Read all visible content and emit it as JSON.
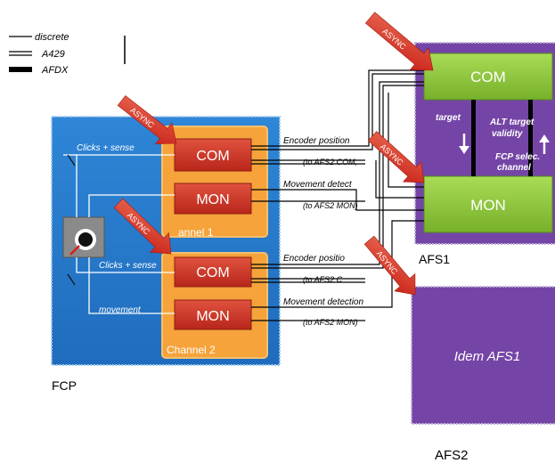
{
  "legend": [
    {
      "label": "discrete"
    },
    {
      "label": "A429"
    },
    {
      "label": "AFDX"
    }
  ],
  "async_label": "ASYNC",
  "fcp": {
    "label": "FCP",
    "channel1": {
      "com": "COM",
      "mon": "MON",
      "label": "annel 1"
    },
    "channel2": {
      "com": "COM",
      "mon": "MON",
      "label": "Channel 2"
    },
    "clicks_sense_1": "Clicks + sense",
    "clicks_sense_2": "Clicks + sense",
    "movement": "movement"
  },
  "signals": {
    "encoder_position_1": "Encoder position",
    "to_afs2_com_1": "(to AFS2 COM,",
    "movement_detect_1": "Movement detect",
    "to_afs2_mon_1": "(to AFS2 MON)",
    "encoder_position_2": "Encoder positio",
    "to_afs2_com_2": "(to AFS2 C",
    "movement_detect_2": "Movement detection",
    "to_afs2_mon_2": "(to AFS2 MON)"
  },
  "afs1": {
    "label": "AFS1",
    "com": "COM",
    "mon": "MON",
    "target": "target",
    "alt_target_validity": [
      "ALT target",
      "validity"
    ],
    "fcp_selec_channel": [
      "FCP selec.",
      "channel"
    ]
  },
  "afs2": {
    "inner_label": "Idem AFS1",
    "label": "AFS2"
  }
}
